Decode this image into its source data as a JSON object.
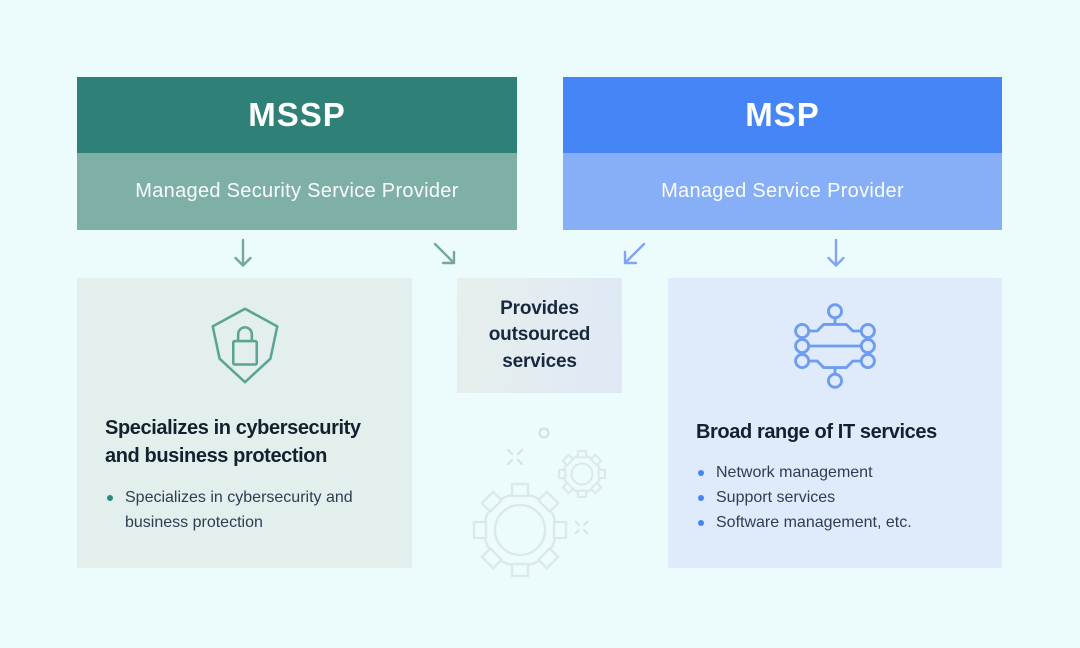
{
  "mssp": {
    "abbr": "MSSP",
    "full_name": "Managed Security Service Provider",
    "colors": {
      "header": "#2F8076",
      "subheader": "#7FB0A8",
      "card_bg": "#E2EFEC",
      "accent": "#2D8B7F",
      "arrow": "#74A89D"
    },
    "card": {
      "icon": "shield-lock-icon",
      "heading": "Specializes in cybersecurity and business protection",
      "bullets": [
        "Specializes in cybersecurity and business protection"
      ]
    }
  },
  "msp": {
    "abbr": "MSP",
    "full_name": "Managed Service Provider",
    "colors": {
      "header": "#4585F5",
      "subheader": "#86AFF7",
      "card_bg": "#DFEAFB",
      "accent": "#4585F5",
      "arrow": "#82A4F3"
    },
    "card": {
      "icon": "circuit-icon",
      "heading": "Broad range of IT services",
      "bullets": [
        "Network management",
        "Support services",
        "Software management, etc."
      ]
    }
  },
  "shared": {
    "label": "Provides outsourced services"
  },
  "icons": {
    "mssp_card": "shield-lock-icon",
    "msp_card": "circuit-icon",
    "decor": [
      "gear-large-icon",
      "gear-small-icon",
      "dot-circle-icon",
      "sparkle-icon"
    ],
    "arrows": [
      "down-arrow-icon",
      "down-right-arrow-icon",
      "down-left-arrow-icon",
      "down-arrow-icon"
    ]
  },
  "page": {
    "background": "#ECFCFD"
  }
}
